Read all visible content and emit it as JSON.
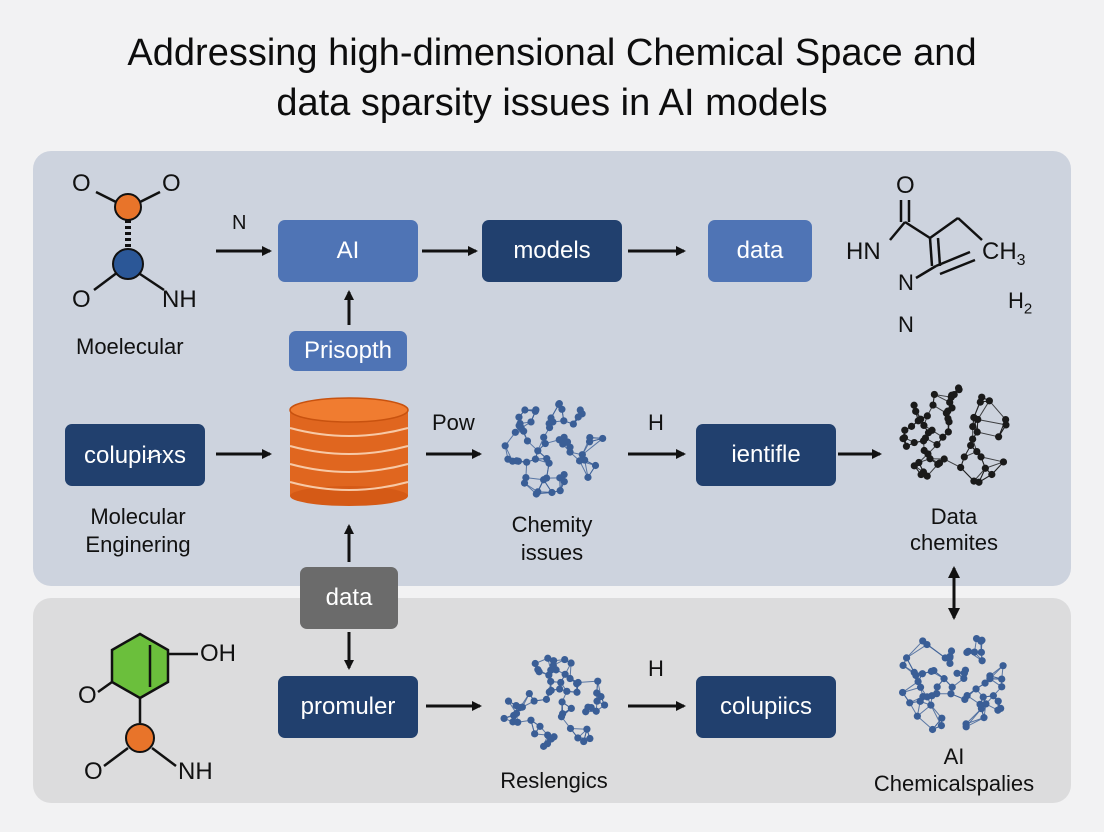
{
  "title": {
    "line1": "Addressing high-dimensional Chemical Space and",
    "line2": "data sparsity issues in AI models"
  },
  "boxes": {
    "ai": "AI",
    "models": "models",
    "data_top": "data",
    "prisopth": "Prisopth",
    "colupinxs": "colupiꞥxs",
    "ientifle": "ientifle",
    "data_mid": "data",
    "promuler": "promuler",
    "colupiics": "colupiics"
  },
  "labels": {
    "n_arrow": "N",
    "pow": "Pow",
    "h_mid": "H",
    "h_bottom": "H",
    "moelecular": "Moelecular",
    "molecular_engineering_1": "Molecular",
    "molecular_engineering_2": "Enginering",
    "chemity_1": "Chemity",
    "chemity_2": "issues",
    "data_chemites_1": "Data",
    "data_chemites_2": "chemites",
    "reslengics": "Reslengics",
    "ai_chem_1": "AI",
    "ai_chem_2": "Chemicalspalies"
  },
  "molecule_labels": {
    "m1_o_left": "O",
    "m1_o_right": "O",
    "m1_o_bottom": "O",
    "m1_nh": "NH",
    "m2_o": "O",
    "m2_hn": "HN",
    "m2_ch3": "CH",
    "m2_ch3_sub": "3",
    "m2_n1": "N",
    "m2_n2": "N",
    "m2_h2": "H",
    "m2_h2_sub": "2",
    "m3_oh": "OH",
    "m3_o1": "O",
    "m3_o2": "O",
    "m3_nh": "NH"
  },
  "colors": {
    "light_box": "#4f74b5",
    "dark_box": "#21406e",
    "gray_box": "#6b6b6b",
    "orange_atom": "#e8742a",
    "blue_atom": "#2b5797",
    "green_ring": "#6bbf3c",
    "network_blue": "#3a5e96",
    "network_black": "#1a1a1a"
  },
  "icons": [
    "arrow-icon",
    "database-icon",
    "network-icon",
    "molecule-icon"
  ]
}
